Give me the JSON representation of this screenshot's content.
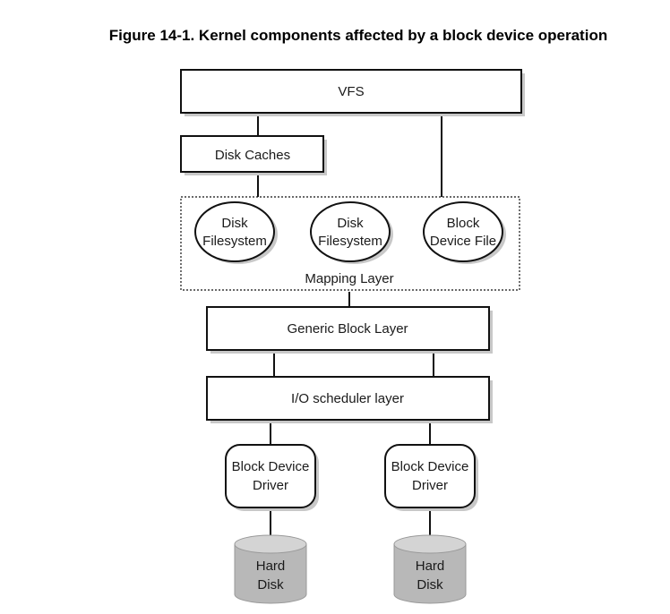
{
  "figure": {
    "title": "Figure 14-1. Kernel components affected by a block device operation"
  },
  "boxes": {
    "vfs": "VFS",
    "disk_caches": "Disk Caches",
    "generic_block_layer": "Generic Block Layer",
    "io_scheduler_layer": "I/O scheduler layer"
  },
  "mapping_layer": {
    "label": "Mapping Layer",
    "nodes": [
      {
        "line1": "Disk",
        "line2": "Filesystem"
      },
      {
        "line1": "Disk",
        "line2": "Filesystem"
      },
      {
        "line1": "Block",
        "line2": "Device File"
      }
    ]
  },
  "drivers": [
    {
      "line1": "Block Device",
      "line2": "Driver"
    },
    {
      "line1": "Block Device",
      "line2": "Driver"
    }
  ],
  "disks": [
    {
      "line1": "Hard",
      "line2": "Disk"
    },
    {
      "line1": "Hard",
      "line2": "Disk"
    }
  ],
  "colors": {
    "box_fill": "#ffffff",
    "shadow": "#c8c8c8",
    "stroke": "#111111",
    "disk_fill": "#b8b8b8",
    "disk_top": "#d4d4d4"
  }
}
